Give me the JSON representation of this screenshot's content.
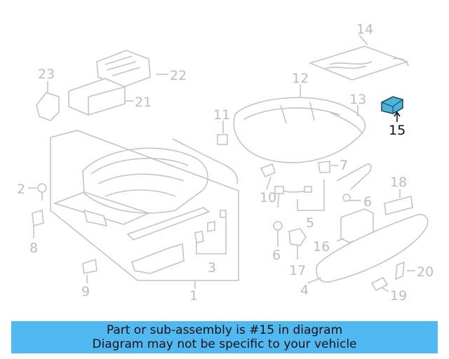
{
  "diagram": {
    "labels": [
      "1",
      "2",
      "3",
      "4",
      "5",
      "6",
      "6",
      "7",
      "8",
      "9",
      "10",
      "11",
      "12",
      "13",
      "14",
      "15",
      "16",
      "17",
      "18",
      "19",
      "20",
      "21",
      "22",
      "23"
    ],
    "highlight_part": "15",
    "highlight_color": "#4fb3d9"
  },
  "banner": {
    "line1": "Part or sub-assembly is #15 in diagram",
    "line2": "Diagram may not be specific to your vehicle",
    "background": "#50b9f2"
  }
}
